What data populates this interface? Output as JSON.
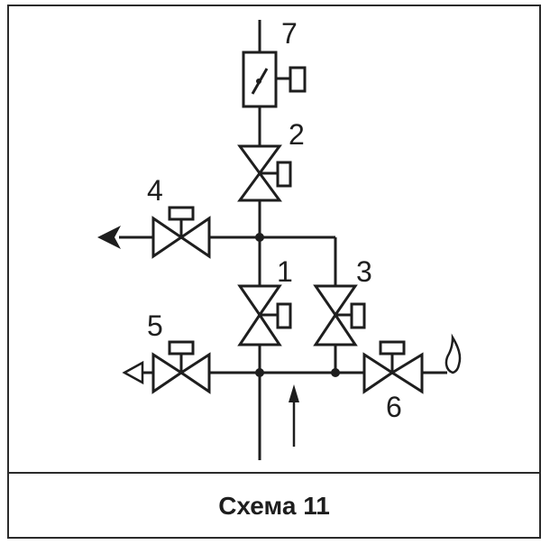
{
  "caption": "Схема 11",
  "labels": {
    "v1": "1",
    "v2": "2",
    "v3": "3",
    "v4": "4",
    "v5": "5",
    "v6": "6",
    "v7": "7"
  },
  "colors": {
    "line": "#1e1e1e",
    "frame": "#2b2b2b",
    "background": "#ffffff"
  }
}
